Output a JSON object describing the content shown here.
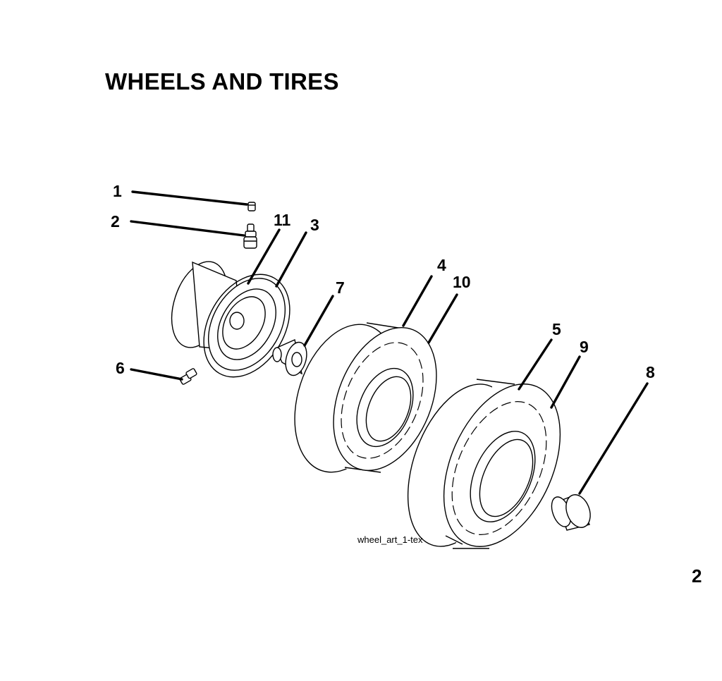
{
  "title": "WHEELS AND TIRES",
  "art_id": "wheel_art_1-tex",
  "page_number": "2",
  "callouts": [
    "1",
    "2",
    "3",
    "4",
    "5",
    "6",
    "7",
    "8",
    "9",
    "10",
    "11"
  ]
}
